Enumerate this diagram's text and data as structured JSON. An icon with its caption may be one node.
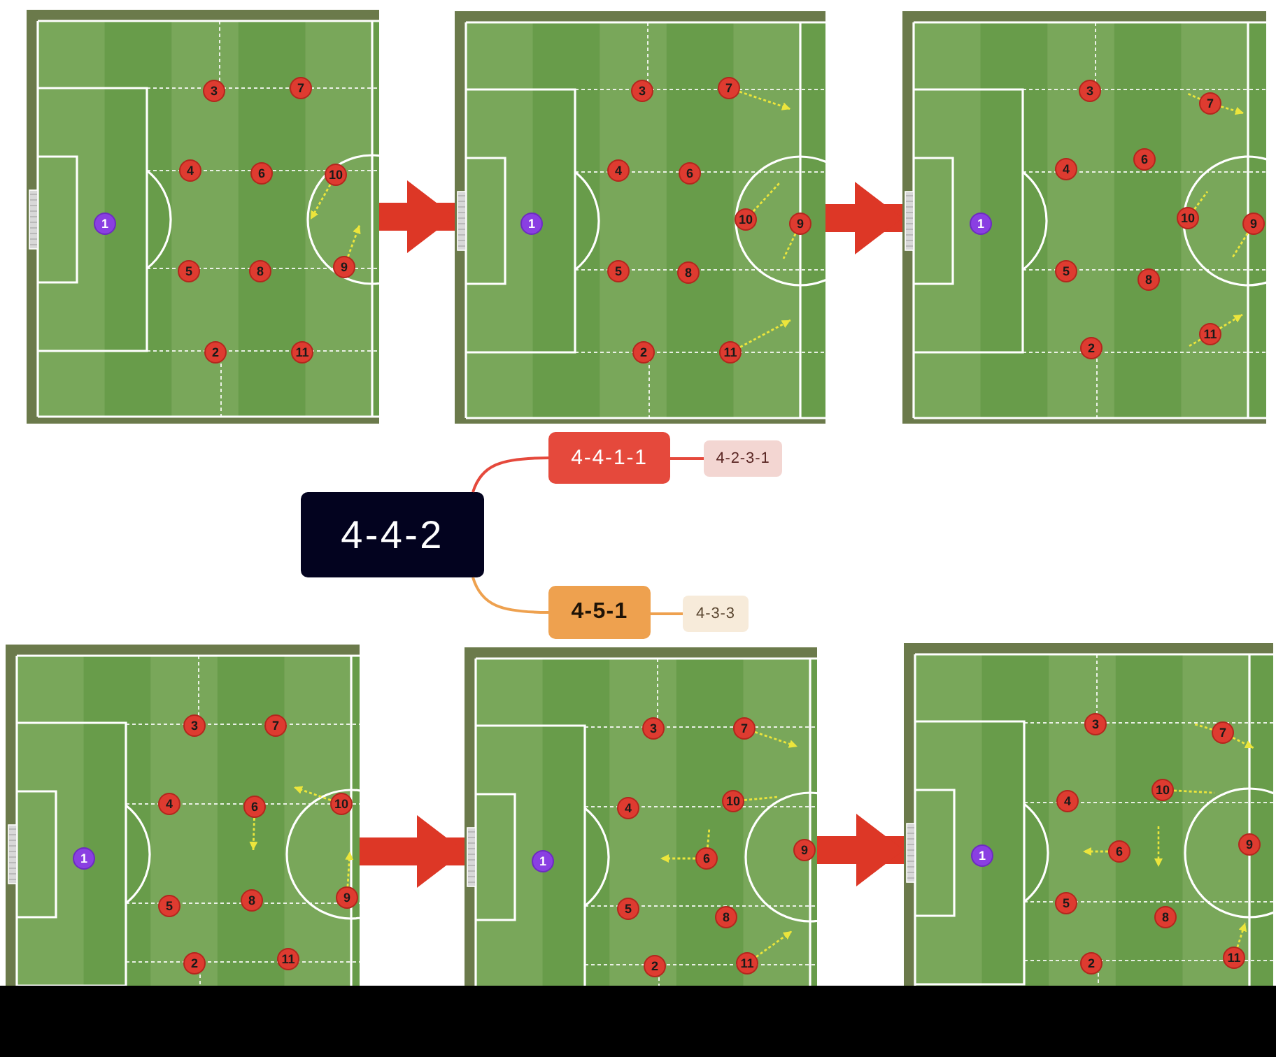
{
  "diagram": {
    "nodes": [
      {
        "text": [],
        "shape": "picture"
      },
      {
        "text": [
          "3"
        ],
        "in": 0
      },
      {
        "text": [
          "7"
        ],
        "in": 0
      },
      {
        "text": [
          "4"
        ],
        "in": 0
      },
      {
        "text": [
          "6"
        ],
        "in": 0
      },
      {
        "text": [
          "10"
        ],
        "in": 0
      },
      {
        "text": [
          "1"
        ],
        "in": 0
      },
      {
        "text": [
          "5"
        ],
        "in": 0
      },
      {
        "text": [
          "8"
        ],
        "in": 0
      },
      {
        "text": [
          "9"
        ],
        "in": 0
      },
      {
        "text": [
          "2"
        ],
        "in": 0
      },
      {
        "text": [
          "11"
        ],
        "in": 0
      },
      {
        "text": [],
        "shape": "picture"
      },
      {
        "text": [
          "3"
        ],
        "in": 12
      },
      {
        "text": [
          "7"
        ],
        "in": 12
      },
      {
        "text": [
          "4"
        ],
        "in": 12
      },
      {
        "text": [
          "6"
        ],
        "in": 12
      },
      {
        "text": [
          "10"
        ],
        "in": 12
      },
      {
        "text": [
          "1"
        ],
        "in": 12
      },
      {
        "text": [
          "5"
        ],
        "in": 12
      },
      {
        "text": [
          "8"
        ],
        "in": 12
      },
      {
        "text": [
          "9"
        ],
        "in": 12
      },
      {
        "text": [
          "2"
        ],
        "in": 12
      },
      {
        "text": [
          "11"
        ],
        "in": 12
      },
      {
        "text": [],
        "shape": "picture"
      },
      {
        "text": [
          "3"
        ],
        "in": 24
      },
      {
        "text": [
          "7"
        ],
        "in": 24
      },
      {
        "text": [
          "4"
        ],
        "in": 24
      },
      {
        "text": [
          "6"
        ],
        "in": 24
      },
      {
        "text": [
          "10"
        ],
        "in": 24
      },
      {
        "text": [
          "1"
        ],
        "in": 24
      },
      {
        "text": [
          "5"
        ],
        "in": 24
      },
      {
        "text": [
          "8"
        ],
        "in": 24
      },
      {
        "text": [
          "9"
        ],
        "in": 24
      },
      {
        "text": [
          "2"
        ],
        "in": 24
      },
      {
        "text": [
          "11"
        ],
        "in": 24
      },
      {
        "text": [
          "4-4-2"
        ]
      },
      {
        "text": [
          "4-4-1-1"
        ]
      },
      {
        "text": [
          "4-2-3-1"
        ]
      },
      {
        "text": [
          "4-5-1"
        ]
      },
      {
        "text": [
          "4-3-3"
        ]
      },
      {
        "text": [],
        "shape": "picture"
      },
      {
        "text": [
          "3"
        ],
        "in": 41
      },
      {
        "text": [
          "7"
        ],
        "in": 41
      },
      {
        "text": [
          "4"
        ],
        "in": 41
      },
      {
        "text": [
          "6"
        ],
        "in": 41
      },
      {
        "text": [
          "10"
        ],
        "in": 41
      },
      {
        "text": [
          "1"
        ],
        "in": 41
      },
      {
        "text": [
          "5"
        ],
        "in": 41
      },
      {
        "text": [
          "8"
        ],
        "in": 41
      },
      {
        "text": [
          "9"
        ],
        "in": 41
      },
      {
        "text": [
          "2"
        ],
        "in": 41
      },
      {
        "text": [
          "11"
        ],
        "in": 41
      },
      {
        "text": [],
        "shape": "picture"
      },
      {
        "text": [
          "3"
        ],
        "in": 53
      },
      {
        "text": [
          "7"
        ],
        "in": 53
      },
      {
        "text": [
          "4"
        ],
        "in": 53
      },
      {
        "text": [
          "6"
        ],
        "in": 53
      },
      {
        "text": [
          "10"
        ],
        "in": 53
      },
      {
        "text": [
          "1"
        ],
        "in": 53
      },
      {
        "text": [
          "5"
        ],
        "in": 53
      },
      {
        "text": [
          "8"
        ],
        "in": 53
      },
      {
        "text": [
          "9"
        ],
        "in": 53
      },
      {
        "text": [
          "2"
        ],
        "in": 53
      },
      {
        "text": [
          "11"
        ],
        "in": 53
      },
      {
        "text": [],
        "shape": "picture"
      },
      {
        "text": [
          "3"
        ],
        "in": 65
      },
      {
        "text": [
          "7"
        ],
        "in": 65
      },
      {
        "text": [
          "4"
        ],
        "in": 65
      },
      {
        "text": [
          "6"
        ],
        "in": 65
      },
      {
        "text": [
          "10"
        ],
        "in": 65
      },
      {
        "text": [
          "1"
        ],
        "in": 65
      },
      {
        "text": [
          "5"
        ],
        "in": 65
      },
      {
        "text": [
          "8"
        ],
        "in": 65
      },
      {
        "text": [
          "9"
        ],
        "in": 65
      },
      {
        "text": [
          "2"
        ],
        "in": 65
      },
      {
        "text": [
          "11"
        ],
        "in": 65
      }
    ],
    "edges": [
      {
        "from": 0,
        "to": 12,
        "arrow": "to",
        "style": "thick",
        "color": "#dd3726"
      },
      {
        "from": 12,
        "to": 24,
        "arrow": "to",
        "style": "thick",
        "color": "#dd3726"
      },
      {
        "from": 36,
        "to": 37,
        "arrow": "none",
        "color": "#e5493c"
      },
      {
        "from": 37,
        "to": 38,
        "arrow": "none",
        "color": "#e5493c"
      },
      {
        "from": 36,
        "to": 39,
        "arrow": "none",
        "color": "#eea14f"
      },
      {
        "from": 39,
        "to": 40,
        "arrow": "none",
        "color": "#eea14f"
      },
      {
        "from": 41,
        "to": 53,
        "arrow": "to",
        "style": "thick",
        "color": "#dd3726"
      },
      {
        "from": 53,
        "to": 65,
        "arrow": "to",
        "style": "thick",
        "color": "#dd3726"
      },
      {
        "from": 5,
        "to": null,
        "arrow": "to",
        "style": "dashed",
        "color": "#ece53c"
      },
      {
        "from": 9,
        "to": null,
        "arrow": "to",
        "style": "dashed",
        "color": "#ece53c"
      },
      {
        "from": 14,
        "to": null,
        "arrow": "to",
        "style": "dashed",
        "color": "#ece53c"
      },
      {
        "from": 21,
        "to": null,
        "arrow": "none",
        "style": "dashed",
        "color": "#ece53c"
      },
      {
        "from": 17,
        "to": null,
        "arrow": "none",
        "style": "dashed",
        "color": "#ece53c"
      },
      {
        "from": 23,
        "to": null,
        "arrow": "to",
        "style": "dashed",
        "color": "#ece53c"
      },
      {
        "from": 26,
        "to": null,
        "arrow": "none",
        "style": "dashed",
        "color": "#ece53c"
      },
      {
        "from": 26,
        "to": null,
        "arrow": "to",
        "style": "dashed",
        "color": "#ece53c"
      },
      {
        "from": 29,
        "to": null,
        "arrow": "none",
        "style": "dashed",
        "color": "#ece53c"
      },
      {
        "from": 33,
        "to": null,
        "arrow": "none",
        "style": "dashed",
        "color": "#ece53c"
      },
      {
        "from": 35,
        "to": null,
        "arrow": "none",
        "style": "dashed",
        "color": "#ece53c"
      },
      {
        "from": 35,
        "to": null,
        "arrow": "to",
        "style": "dashed",
        "color": "#ece53c"
      },
      {
        "from": 46,
        "to": null,
        "arrow": "to",
        "style": "dashed",
        "color": "#ece53c"
      },
      {
        "from": 45,
        "to": null,
        "arrow": "to",
        "style": "dashed",
        "color": "#ece53c"
      },
      {
        "from": 50,
        "to": null,
        "arrow": "to",
        "style": "dashed",
        "color": "#ece53c"
      },
      {
        "from": 55,
        "to": null,
        "arrow": "to",
        "style": "dashed",
        "color": "#ece53c"
      },
      {
        "from": 58,
        "to": null,
        "arrow": "none",
        "style": "dashed",
        "color": "#ece53c"
      },
      {
        "from": 57,
        "to": null,
        "arrow": "none",
        "style": "dashed",
        "color": "#ece53c"
      },
      {
        "from": 57,
        "to": null,
        "arrow": "to",
        "style": "dashed",
        "color": "#ece53c"
      },
      {
        "from": 64,
        "to": null,
        "arrow": "to",
        "style": "dashed",
        "color": "#ece53c"
      },
      {
        "from": 67,
        "to": null,
        "arrow": "none",
        "style": "dashed",
        "color": "#ece53c"
      },
      {
        "from": 67,
        "to": null,
        "arrow": "to",
        "style": "dashed",
        "color": "#ece53c"
      },
      {
        "from": 70,
        "to": null,
        "arrow": "none",
        "style": "dashed",
        "color": "#ece53c"
      },
      {
        "from": 69,
        "to": null,
        "arrow": "to",
        "style": "dashed",
        "color": "#ece53c"
      },
      {
        "from": 76,
        "to": null,
        "arrow": "to",
        "style": "dashed",
        "color": "#ece53c"
      }
    ]
  }
}
